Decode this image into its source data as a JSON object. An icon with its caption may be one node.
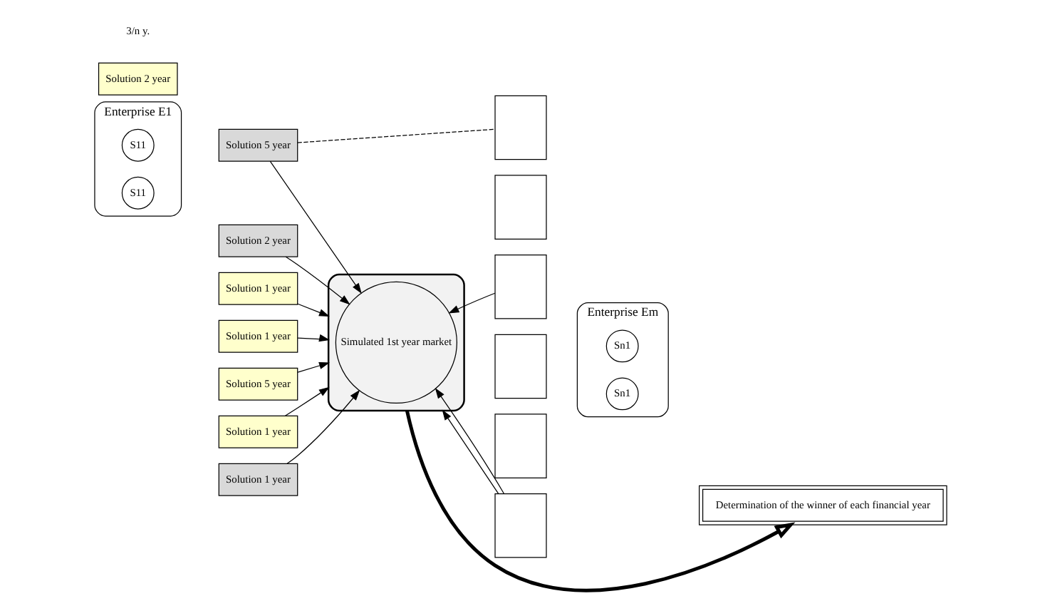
{
  "diagram": {
    "nodes": [
      {
        "text": [
          "Enterprise E1"
        ]
      },
      {
        "text": [
          "S11"
        ],
        "in": 0
      },
      {
        "text": [
          "S11"
        ],
        "in": 0
      },
      {
        "text": [
          "Enterprise Em"
        ]
      },
      {
        "text": [
          "Sn1"
        ],
        "in": 3
      },
      {
        "text": [
          "Sn1"
        ],
        "in": 3
      },
      {
        "text": [
          "Solution 5 year"
        ]
      },
      {
        "text": [
          "Solution 2 year"
        ]
      },
      {
        "text": [
          "Solution 1 year"
        ]
      },
      {
        "text": [
          "Solution 1 year"
        ]
      },
      {
        "text": [
          "Solution 5 year"
        ]
      },
      {
        "text": [
          "Solution 2 year"
        ]
      },
      {
        "text": [
          "Solution 1 year"
        ]
      },
      {
        "text": [
          "Solution 1 year"
        ]
      },
      {
        "text": [],
        "shape": "cylinder"
      },
      {
        "text": [
          "Simulated 1st year market"
        ],
        "in": 14
      },
      {
        "text": [],
        "shape": "box"
      },
      {
        "text": [],
        "shape": "box"
      },
      {
        "text": [],
        "shape": "box"
      },
      {
        "text": [],
        "shape": "box"
      },
      {
        "text": [],
        "shape": "box"
      },
      {
        "text": [],
        "shape": "box"
      },
      {
        "text": [
          "Determination of the winner of each financial year"
        ]
      }
    ],
    "edges": [
      {
        "from": 9,
        "to": 14,
        "arrow": "to"
      },
      {
        "from": 8,
        "to": 14,
        "arrow": "to"
      },
      {
        "from": 7,
        "to": 15,
        "arrow": "to"
      },
      {
        "from": 6,
        "to": 15,
        "arrow": "to"
      },
      {
        "from": 18,
        "to": 15,
        "arrow": "to"
      },
      {
        "from": 21,
        "to": 14,
        "arrow": "to"
      },
      {
        "from": 21,
        "to": 15,
        "arrow": "to"
      },
      {
        "from": 10,
        "to": 14,
        "arrow": "to"
      },
      {
        "from": 13,
        "to": 15,
        "arrow": "to"
      },
      {
        "from": 12,
        "to": 14,
        "arrow": "to"
      },
      {
        "from": 6,
        "to": 16,
        "arrow": "none",
        "style": "dashed"
      },
      {
        "from": 14,
        "to": 22,
        "arrow": "to",
        "style": "thick"
      }
    ],
    "labels": [
      "3/n y."
    ]
  }
}
